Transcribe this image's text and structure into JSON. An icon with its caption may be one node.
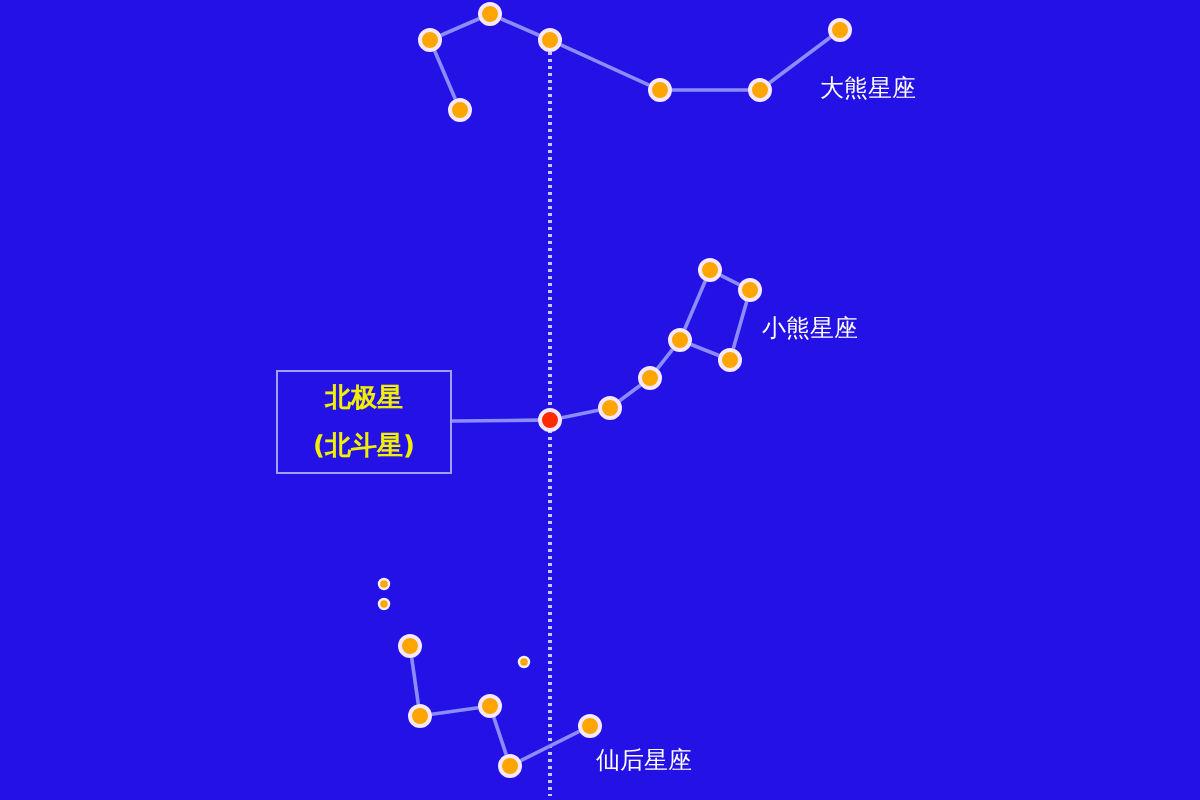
{
  "diagram": {
    "nodes": [
      {
        "text": [
          "北极星",
          "(北斗星)"
        ]
      },
      {
        "text": [],
        "shape": "circle"
      },
      {
        "text": [],
        "shape": "circle"
      },
      {
        "text": [],
        "shape": "circle"
      },
      {
        "text": [],
        "shape": "circle"
      },
      {
        "text": [],
        "shape": "circle"
      },
      {
        "text": [],
        "shape": "circle"
      },
      {
        "text": [],
        "shape": "circle"
      },
      {
        "text": [],
        "shape": "circle"
      },
      {
        "text": [],
        "shape": "circle"
      },
      {
        "text": [],
        "shape": "circle"
      },
      {
        "text": [],
        "shape": "circle"
      },
      {
        "text": [],
        "shape": "circle"
      },
      {
        "text": [],
        "shape": "circle"
      },
      {
        "text": [],
        "shape": "circle"
      },
      {
        "text": [],
        "shape": "circle"
      },
      {
        "text": [],
        "shape": "circle"
      },
      {
        "text": [],
        "shape": "circle"
      },
      {
        "text": [],
        "shape": "circle"
      },
      {
        "text": [],
        "shape": "circle"
      }
    ],
    "edges": [
      {
        "from": 2,
        "to": 1,
        "arrow": "none"
      },
      {
        "from": 1,
        "to": 4,
        "arrow": "none"
      },
      {
        "from": 2,
        "to": 3,
        "arrow": "none"
      },
      {
        "from": 3,
        "to": 5,
        "arrow": "none"
      },
      {
        "from": 5,
        "to": 6,
        "arrow": "none"
      },
      {
        "from": 6,
        "to": 7,
        "arrow": "none"
      },
      {
        "from": 0,
        "to": 8,
        "arrow": "none"
      },
      {
        "from": 8,
        "to": 9,
        "arrow": "none"
      },
      {
        "from": 9,
        "to": 10,
        "arrow": "none"
      },
      {
        "from": 10,
        "to": 11,
        "arrow": "none"
      },
      {
        "from": 11,
        "to": 12,
        "arrow": "none"
      },
      {
        "from": 12,
        "to": 13,
        "arrow": "none"
      },
      {
        "from": 13,
        "to": 14,
        "arrow": "none"
      },
      {
        "from": 14,
        "to": 11,
        "arrow": "none"
      },
      {
        "from": 15,
        "to": 16,
        "arrow": "none"
      },
      {
        "from": 16,
        "to": 17,
        "arrow": "none"
      },
      {
        "from": 17,
        "to": 18,
        "arrow": "none"
      },
      {
        "from": 18,
        "to": 19,
        "arrow": "none"
      }
    ],
    "labels": [
      "大熊星座",
      "小熊星座",
      "仙后星座"
    ]
  }
}
